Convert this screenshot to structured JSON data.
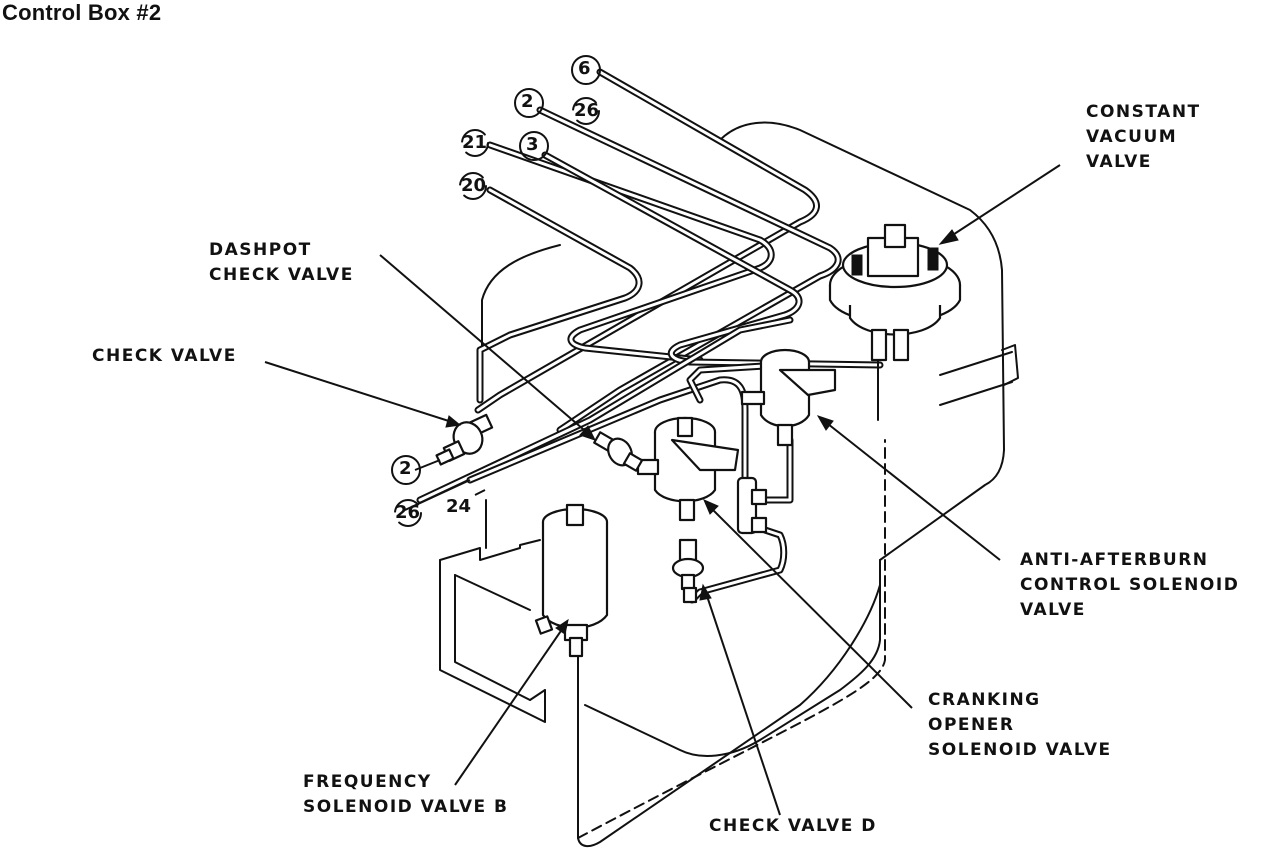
{
  "title": "Control Box #2",
  "components": {
    "constant_vacuum_valve": "CONSTANT\nVACUUM\nVALVE",
    "dashpot_check_valve": "DASHPOT\nCHECK VALVE",
    "check_valve": "CHECK VALVE",
    "anti_afterburn": "ANTI-AFTERBURN\nCONTROL SOLENOID\nVALVE",
    "cranking_opener": "CRANKING\nOPENER\nSOLENOID VALVE",
    "frequency_solenoid_b": "FREQUENCY\nSOLENOID VALVE B",
    "check_valve_d": "CHECK VALVE D"
  },
  "hose_numbers": {
    "n6": "6",
    "n2_top": "2",
    "n26_top": "26",
    "n21": "21",
    "n3": "3",
    "n20": "20",
    "n2_bottom": "2",
    "n26_bottom": "26",
    "n24": "24"
  }
}
